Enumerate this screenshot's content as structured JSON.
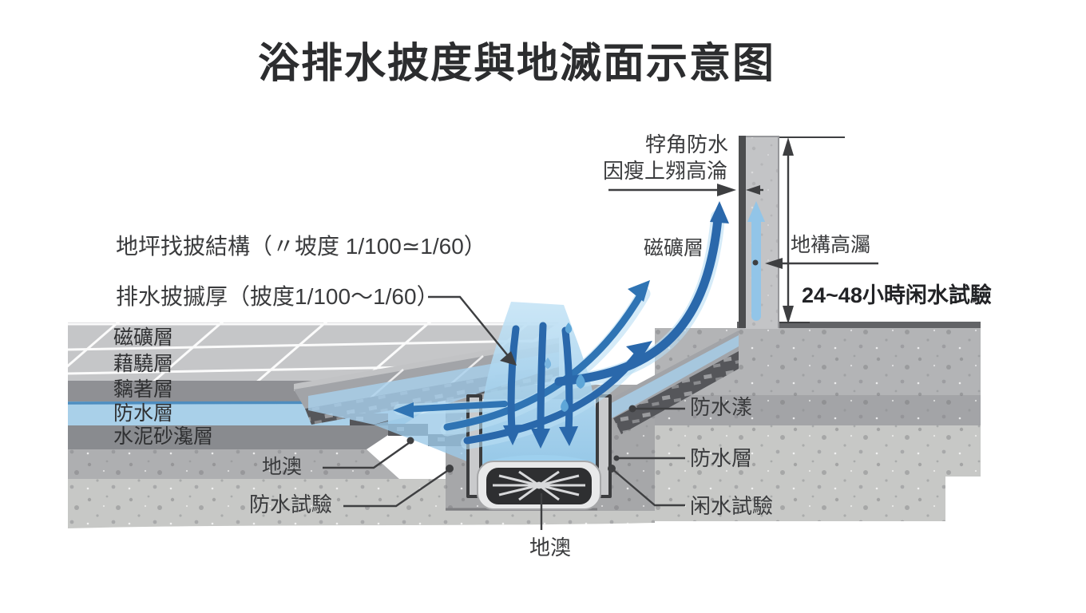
{
  "title": "浴排水披度與地滅面示意图",
  "annotations": {
    "slope_structure": "地坪找披結構（〃坡度 1/100≃1/60）",
    "drain_slope": "排水披摵厚（披度1/100～1/60）",
    "corner_note_line1": "牸角防水",
    "corner_note_line2": "因瘦上翙高淪",
    "tile_layer_right": "磁礦層",
    "wall_height": "地褠高灟",
    "water_test_duration": "24~48小時闲水試驗",
    "waterproof_coat": "防水漾",
    "waterproof_layer_right": "防水層",
    "water_test_right": "闲水試驗",
    "floor_drain_left": "地澳",
    "waterproof_test": "防水試驗",
    "floor_drain_bottom": "地澳"
  },
  "layers_left": {
    "tile": "磁礦層",
    "bonding": "藉驍層",
    "adhesive": "黐著層",
    "waterproof": "防水層",
    "cement_mortar": "水泥砂瀺層"
  },
  "colors": {
    "arrow_blue_dark": "#2a68ab",
    "arrow_blue": "#2f74b4",
    "water_light": "#a8d0eb",
    "waterproof_band": "#a9d0e9",
    "concrete_light": "#c7c8c6",
    "concrete_mid": "#aeafb1",
    "mortar_dark": "#55565a",
    "wall_gray": "#c3c4c6",
    "text": "#3a3b3d"
  }
}
